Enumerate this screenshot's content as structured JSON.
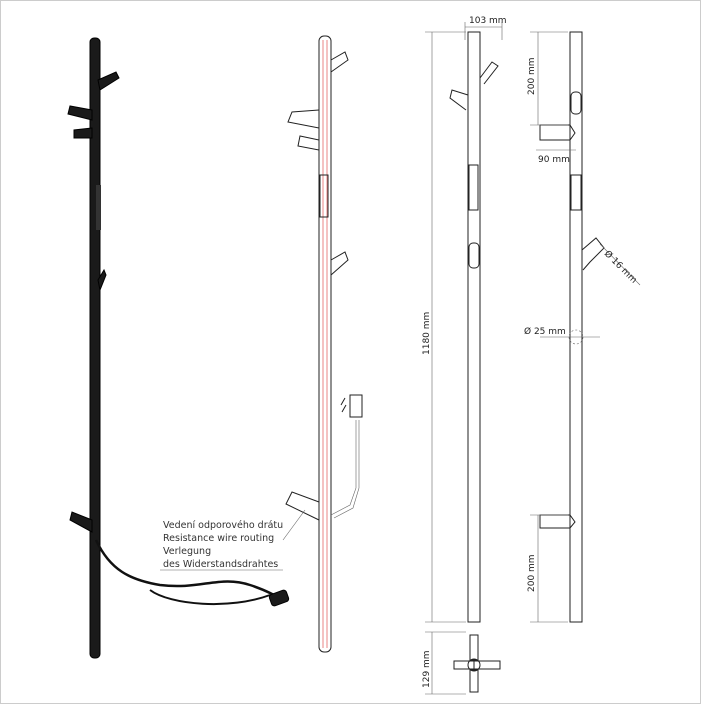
{
  "annotation": {
    "lines": [
      "Vedení odporového drátu",
      "Resistance wire routing",
      "Verlegung",
      "des Widerstandsdrahtes"
    ]
  },
  "dimensions": {
    "width_top": "103 mm",
    "height_total": "1180 mm",
    "top_hook_offset": "200 mm",
    "hook_depth": "90 mm",
    "hook_diameter": "Ø 16 mm",
    "rail_diameter": "Ø 25 mm",
    "bottom_hook_offset": "200 mm",
    "base_depth": "129 mm"
  },
  "colors": {
    "rail": "#1a1a1a",
    "wire": "#e05050",
    "line": "#222222"
  }
}
